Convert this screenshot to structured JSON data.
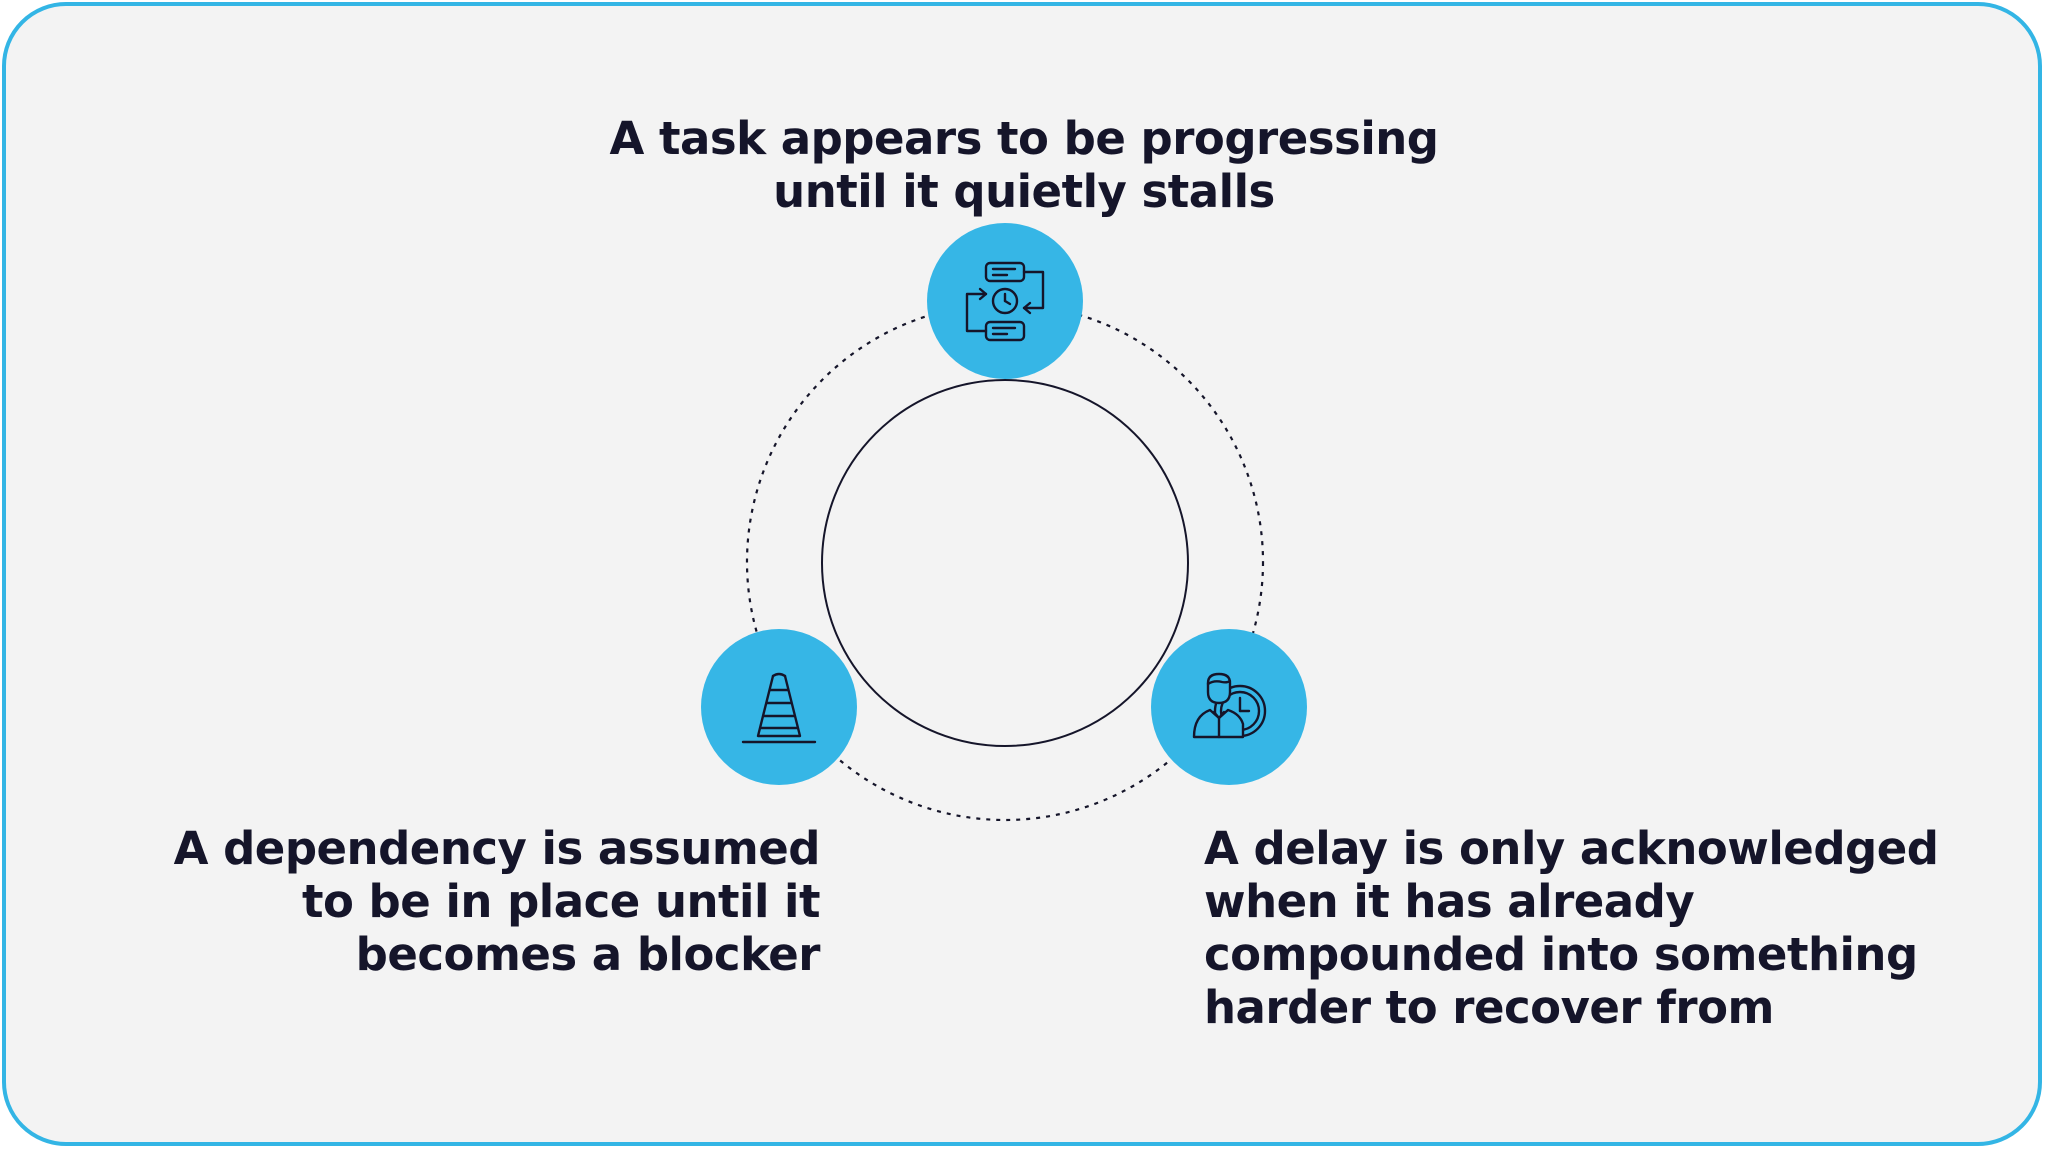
{
  "colors": {
    "frame_border": "#33b5e5",
    "background": "#f3f3f3",
    "node_fill": "#36b6e6",
    "icon_stroke": "#15152a",
    "text": "#15152a"
  },
  "nodes": {
    "top": {
      "icon": "workflow-process-icon",
      "lines": [
        "A task appears to be progressing",
        "until it quietly stalls"
      ]
    },
    "left": {
      "icon": "traffic-cone-icon",
      "lines": [
        "A dependency is assumed",
        "to be in place until it",
        "becomes a blocker"
      ]
    },
    "right": {
      "icon": "person-clock-icon",
      "lines": [
        "A delay is only acknowledged",
        "when it has already",
        "compounded into something",
        "harder to recover from"
      ]
    }
  }
}
